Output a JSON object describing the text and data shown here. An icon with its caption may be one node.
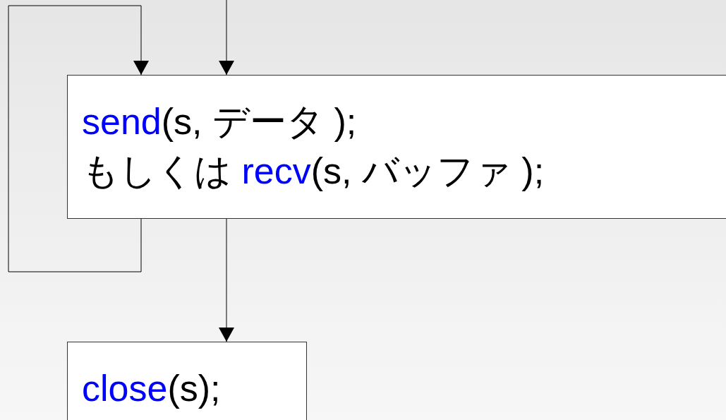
{
  "diagram": {
    "nodes": [
      {
        "text": [
          "send(s, データ );",
          "もしくは recv(s, バッファ );"
        ]
      },
      {
        "text": [
          "close(s);"
        ]
      }
    ],
    "edges": [
      {
        "from": null,
        "to": 0,
        "arrow": "to"
      },
      {
        "from": 0,
        "to": 0,
        "arrow": "to"
      },
      {
        "from": 0,
        "to": 1,
        "arrow": "to"
      }
    ]
  }
}
